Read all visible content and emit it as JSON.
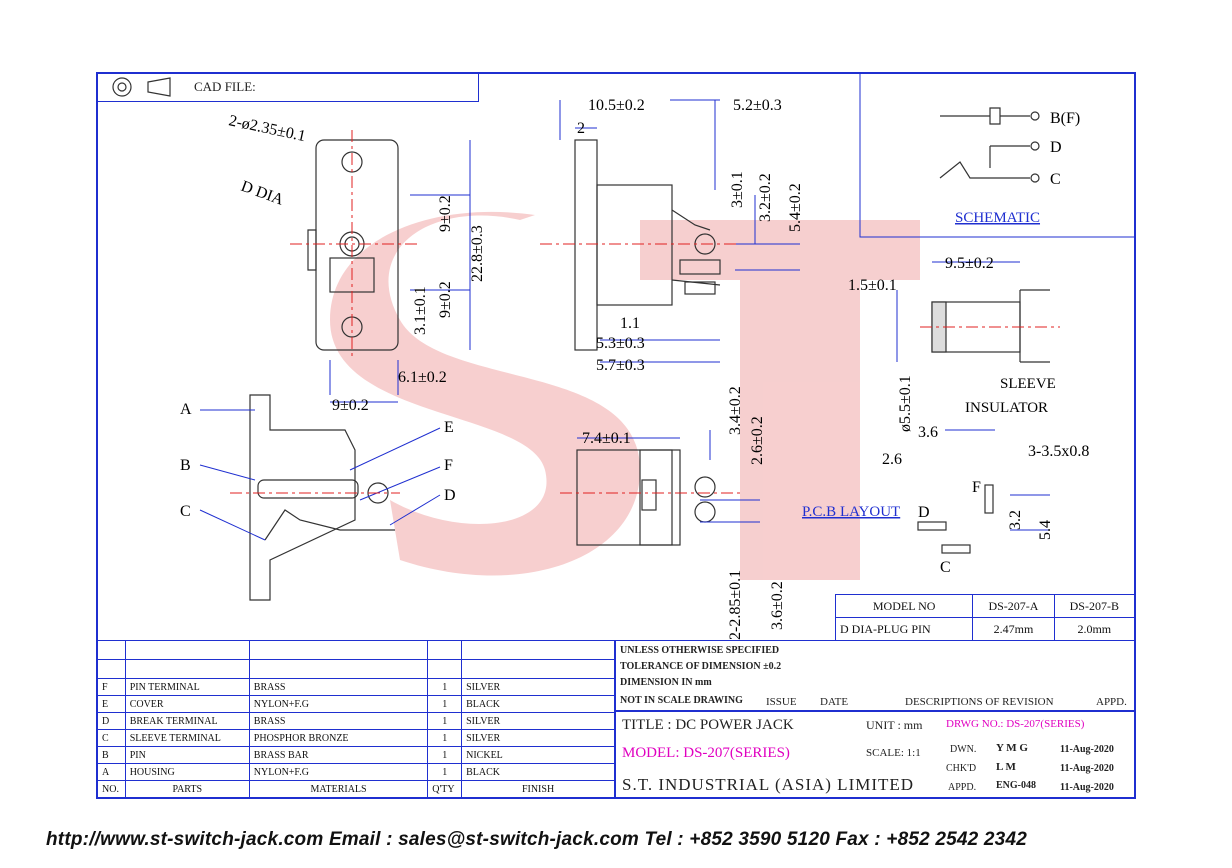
{
  "header": {
    "cad_file_label": "CAD FILE:"
  },
  "watermark": {
    "text": "ST"
  },
  "front_view": {
    "dims": [
      "2-ø2.35±0.1",
      "D DIA",
      "9±0.2",
      "9±0.2",
      "22.8±0.3",
      "3.1±0.1",
      "6.1±0.2",
      "9±0.2"
    ]
  },
  "side_view": {
    "dims": [
      "10.5±0.2",
      "5.2±0.3",
      "2",
      "3±0.1",
      "3.2±0.2",
      "5.4±0.2",
      "1.1",
      "5.3±0.3",
      "5.7±0.3"
    ]
  },
  "section_view": {
    "labels": [
      "A",
      "B",
      "C",
      "E",
      "F",
      "D"
    ]
  },
  "bottom_view": {
    "dims": [
      "7.4±0.1",
      "3.4±0.2",
      "2.6±0.2",
      "2-2.85±0.1",
      "3.6±0.2"
    ]
  },
  "schematic": {
    "labels": [
      "B(F)",
      "D",
      "C"
    ],
    "title": "SCHEMATIC"
  },
  "plug_view": {
    "dims": [
      "9.5±0.2",
      "1.5±0.1",
      "ø5.5±0.1"
    ],
    "labels": [
      "SLEEVE",
      "INSULATOR"
    ]
  },
  "pcb_layout": {
    "title": "P.C.B LAYOUT",
    "dims": [
      "3.6",
      "2.6",
      "3-3.5x0.8",
      "3.2",
      "5.4"
    ],
    "labels": [
      "D",
      "F",
      "C"
    ]
  },
  "model_table": {
    "header": [
      "MODEL NO",
      "DS-207-A",
      "DS-207-B"
    ],
    "row": [
      "D DIA-PLUG PIN",
      "2.47mm",
      "2.0mm"
    ]
  },
  "parts_table": {
    "rows": [
      {
        "no": "F",
        "part": "PIN TERMINAL",
        "material": "BRASS",
        "qty": "1",
        "finish": "SILVER"
      },
      {
        "no": "E",
        "part": "COVER",
        "material": "NYLON+F.G",
        "qty": "1",
        "finish": "BLACK"
      },
      {
        "no": "D",
        "part": "BREAK TERMINAL",
        "material": "BRASS",
        "qty": "1",
        "finish": "SILVER"
      },
      {
        "no": "C",
        "part": "SLEEVE TERMINAL",
        "material": "PHOSPHOR BRONZE",
        "qty": "1",
        "finish": "SILVER"
      },
      {
        "no": "B",
        "part": "PIN",
        "material": "BRASS BAR",
        "qty": "1",
        "finish": "NICKEL"
      },
      {
        "no": "A",
        "part": "HOUSING",
        "material": "NYLON+F.G",
        "qty": "1",
        "finish": "BLACK"
      }
    ],
    "header": {
      "no": "NO.",
      "part": "PARTS",
      "material": "MATERIALS",
      "qty": "Q'TY",
      "finish": "FINISH"
    }
  },
  "notes": {
    "line1": "UNLESS OTHERWISE SPECIFIED",
    "line2": "TOLERANCE OF DIMENSION ±0.2",
    "line3": "DIMENSION IN mm",
    "line4": "NOT IN SCALE DRAWING"
  },
  "revision": {
    "issue": "ISSUE",
    "date": "DATE",
    "desc": "DESCRIPTIONS OF REVISION",
    "appd": "APPD."
  },
  "title_block": {
    "title": "TITLE : DC POWER JACK",
    "unit": "UNIT :  mm",
    "drwg_no": "DRWG NO.: DS-207(SERIES)",
    "model": "MODEL: DS-207(SERIES)",
    "scale": "SCALE:  1:1",
    "dwn_label": "DWN.",
    "dwn_name": "Y M G",
    "dwn_date": "11-Aug-2020",
    "chk_label": "CHK'D",
    "chk_name": "L M",
    "chk_date": "11-Aug-2020",
    "appd_label": "APPD.",
    "appd_name": "ENG-048",
    "appd_date": "11-Aug-2020",
    "company": "S.T. INDUSTRIAL (ASIA) LIMITED"
  },
  "footer": {
    "text": "http://www.st-switch-jack.com  Email : sales@st-switch-jack.com  Tel : +852 3590 5120  Fax : +852 2542 2342"
  },
  "colors": {
    "line": "#1f2fd0",
    "magenta": "#e000c0",
    "center": "#e02020",
    "watermark": "#f2b8b8"
  }
}
